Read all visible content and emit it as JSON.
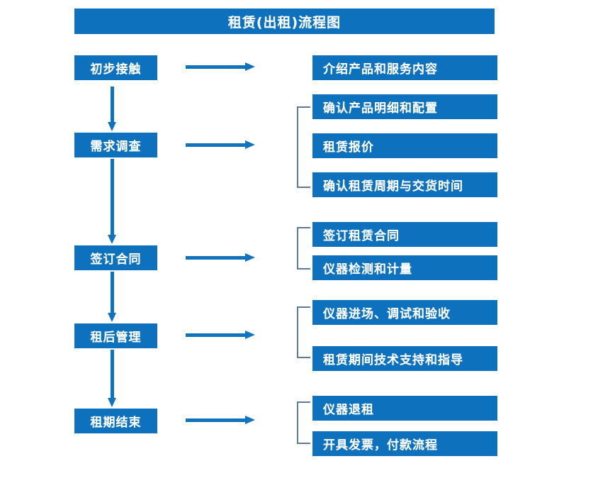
{
  "chart_data": {
    "type": "diagram",
    "diagram_kind": "flowchart",
    "title": "租赁(出租)流程图",
    "colors": {
      "box_fill": "#0d71bd",
      "box_text": "#ffffff",
      "arrow": "#1273bd",
      "bracket": "#5b7a9c",
      "background": "#ffffff"
    },
    "stages": [
      {
        "id": "s1",
        "label": "初步接触",
        "details": [
          "介绍产品和服务内容"
        ]
      },
      {
        "id": "s2",
        "label": "需求调查",
        "details": [
          "确认产品明细和配置",
          "租赁报价",
          "确认租赁周期与交货时间"
        ]
      },
      {
        "id": "s3",
        "label": "签订合同",
        "details": [
          "签订租赁合同",
          "仪器检测和计量"
        ]
      },
      {
        "id": "s4",
        "label": "租后管理",
        "details": [
          "仪器进场、调试和验收",
          "租赁期间技术支持和指导"
        ]
      },
      {
        "id": "s5",
        "label": "租期结束",
        "details": [
          "仪器退租",
          "开具发票，付款流程"
        ]
      }
    ]
  },
  "header": {
    "title": "租赁(出租)流程图"
  },
  "stages": [
    {
      "label": "初步接触"
    },
    {
      "label": "需求调查"
    },
    {
      "label": "签订合同"
    },
    {
      "label": "租后管理"
    },
    {
      "label": "租期结束"
    }
  ],
  "details": [
    {
      "label": "介绍产品和服务内容"
    },
    {
      "label": "确认产品明细和配置"
    },
    {
      "label": "租赁报价"
    },
    {
      "label": "确认租赁周期与交货时间"
    },
    {
      "label": "签订租赁合同"
    },
    {
      "label": "仪器检测和计量"
    },
    {
      "label": "仪器进场、调试和验收"
    },
    {
      "label": "租赁期间技术支持和指导"
    },
    {
      "label": "仪器退租"
    },
    {
      "label": "开具发票，付款流程"
    }
  ]
}
